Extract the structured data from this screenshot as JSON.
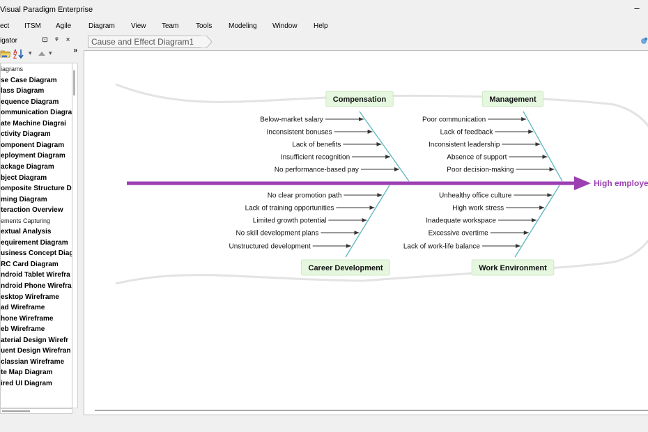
{
  "app": {
    "title": "Visual Paradigm Enterprise",
    "minimize_glyph": "–"
  },
  "menu": [
    "ect",
    "ITSM",
    "Agile",
    "Diagram",
    "View",
    "Team",
    "Tools",
    "Modeling",
    "Window",
    "Help"
  ],
  "navigator": {
    "title": "igator",
    "pin_glyph": "⊡",
    "dock_glyph": "ᵠ",
    "close_glyph": "×",
    "toolbar": {
      "open_icon": "folder-icon",
      "sort_icon": "sort-icon",
      "caret_glyph": "▾",
      "up_icon": "up-arrow-icon",
      "more_glyph": "»"
    },
    "items": [
      {
        "label": "iagrams",
        "header": true
      },
      {
        "label": "se Case Diagram"
      },
      {
        "label": "lass Diagram"
      },
      {
        "label": "equence Diagram"
      },
      {
        "label": "ommunication Diagra"
      },
      {
        "label": "ate Machine Diagrai"
      },
      {
        "label": "ctivity Diagram"
      },
      {
        "label": "omponent Diagram"
      },
      {
        "label": "eployment Diagram"
      },
      {
        "label": "ackage Diagram"
      },
      {
        "label": "bject Diagram"
      },
      {
        "label": "omposite Structure D"
      },
      {
        "label": "ming Diagram"
      },
      {
        "label": "teraction Overview"
      },
      {
        "label": "ements Capturing",
        "header": true
      },
      {
        "label": "extual Analysis"
      },
      {
        "label": "equirement Diagram"
      },
      {
        "label": "usiness Concept Diag"
      },
      {
        "label": "RC Card Diagram"
      },
      {
        "label": "ndroid Tablet Wirefra"
      },
      {
        "label": "ndroid Phone Wirefra"
      },
      {
        "label": "esktop Wireframe"
      },
      {
        "label": "ad Wireframe"
      },
      {
        "label": "hone Wireframe"
      },
      {
        "label": "eb Wireframe"
      },
      {
        "label": "aterial Design Wirefr"
      },
      {
        "label": "uent Design Wirefran"
      },
      {
        "label": "classian Wireframe"
      },
      {
        "label": "te Map Diagram"
      },
      {
        "label": "ired UI Diagram"
      }
    ]
  },
  "tab": {
    "label": "Cause and Effect Diagram1"
  },
  "diagram": {
    "effect": "High employe",
    "colors": {
      "spine": "#9b3fb1",
      "bone": "#5ab6be",
      "category_fill": "#e5f7df",
      "arrow": "#333333"
    },
    "categories": [
      {
        "name": "Compensation",
        "causes": [
          "Below-market salary",
          "Inconsistent bonuses",
          "Lack of benefits",
          "Insufficient recognition",
          "No performance-based pay"
        ]
      },
      {
        "name": "Management",
        "causes": [
          "Poor communication",
          "Lack of feedback",
          "Inconsistent leadership",
          "Absence of support",
          "Poor decision-making"
        ]
      },
      {
        "name": "Career Development",
        "causes": [
          "No clear promotion path",
          "Lack of training opportunities",
          "Limited growth potential",
          "No skill development plans",
          "Unstructured development"
        ]
      },
      {
        "name": "Work Environment",
        "causes": [
          "Unhealthy office culture",
          "High work stress",
          "Inadequate workspace",
          "Excessive overtime",
          "Lack of work-life balance"
        ]
      }
    ]
  }
}
